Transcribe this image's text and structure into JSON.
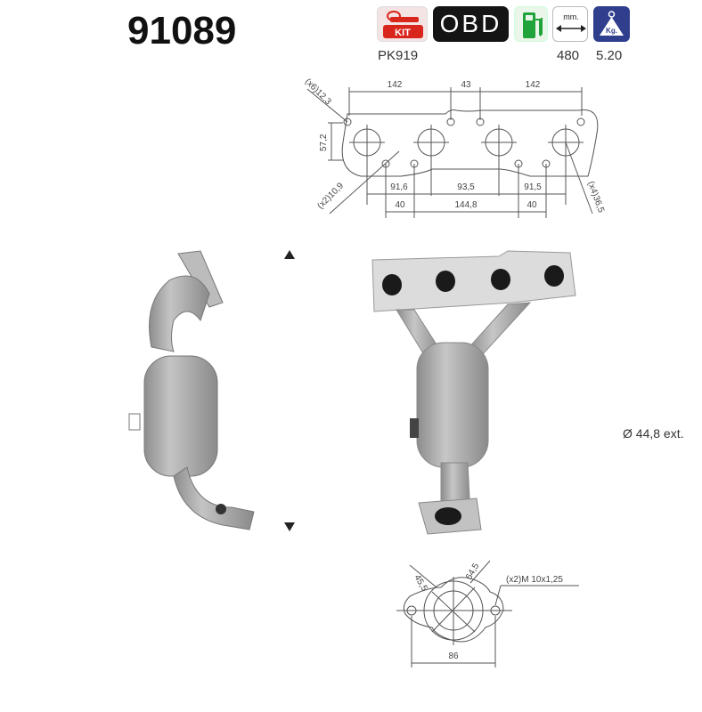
{
  "product": {
    "part_number": "91089",
    "kit_code": "PK919",
    "length_mm": "480",
    "weight_kg": "5.20",
    "pipe_diameter_label": "Ø 44,8 ext."
  },
  "badges": {
    "kit_icon": "kit-icon",
    "obd_label": "OBD",
    "fuel_icon": "fuel-pump-icon",
    "length_icon_label": "mm.",
    "weight_icon_label": "Kg."
  },
  "flange_drawing": {
    "top_dims": [
      "142",
      "43",
      "142"
    ],
    "hole_label_top": "(x6)12,3",
    "height_dim": "57,2",
    "hole_label_bottom": "(x2)10,9",
    "port_label": "(x4)36,5",
    "bottom_dims_row1": [
      "91,6",
      "93,5",
      "91,5"
    ],
    "bottom_dims_row2": [
      "40",
      "144,8",
      "40"
    ]
  },
  "outlet_flange_drawing": {
    "inner_dia": "45,5",
    "outer_dia": "64,5",
    "bolt_label": "(x2)M 10x1,25",
    "bolt_spacing": "86"
  },
  "colors": {
    "obd_bg": "#141414",
    "kg_bg": "#2f3e8d",
    "kit_red": "#d9261c",
    "fuel_green": "#1fa33a",
    "metal": "#a9a9a9"
  }
}
